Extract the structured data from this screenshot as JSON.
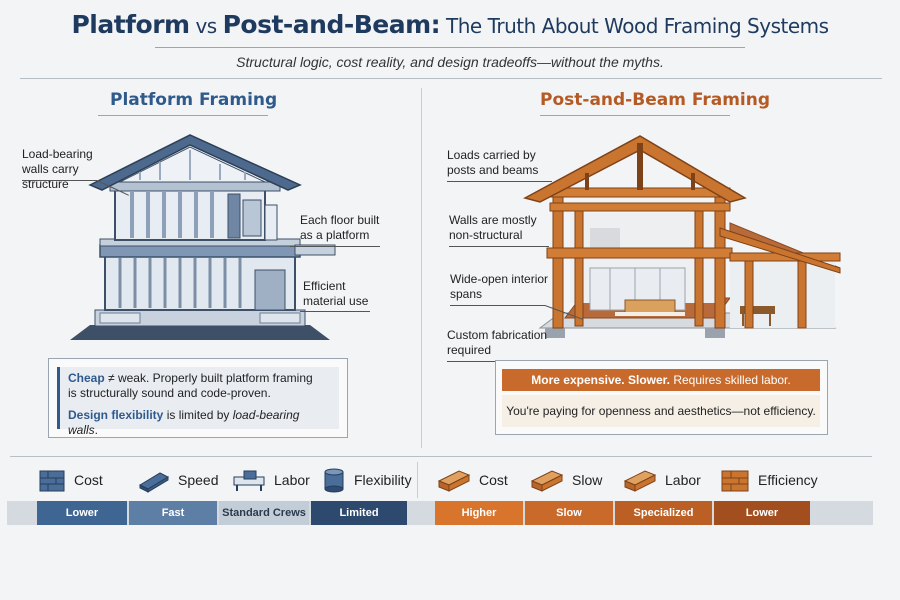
{
  "header": {
    "title_bold_1": "Platform",
    "title_vs": " vs ",
    "title_bold_2": "Post-and-Beam:",
    "title_rest": " The Truth About Wood Framing Systems",
    "subtitle": "Structural logic, cost reality, and design tradeoffs—without the myths."
  },
  "platform": {
    "title": "Platform Framing",
    "annotations": {
      "load_bearing": "Load-bearing walls carry structure",
      "each_floor": "Each floor built as a platform",
      "efficient": "Efficient material use"
    },
    "callout": {
      "line1_bold": "Cheap",
      "line1_mid": " ≠ weak.",
      "line1_rest": " Properly built platform framing",
      "line2": "is structurally sound and code-proven.",
      "line3_bold": "Design flexibility",
      "line3_mid": " is limited by ",
      "line3_italic": "load-bearing walls",
      "line3_end": "."
    }
  },
  "post_beam": {
    "title": "Post-and-Beam Framing",
    "annotations": {
      "loads": "Loads carried by posts and beams",
      "walls": "Walls are mostly non-structural",
      "wide": "Wide-open interior spans",
      "custom": "Custom fabrication required"
    },
    "callout": {
      "band_bold": "More expensive. Slower.",
      "band_rest": " Requires skilled labor.",
      "body": "You're paying for openness and aesthetics—not efficiency."
    }
  },
  "comparison": {
    "left_headers": [
      {
        "label": "Cost",
        "icon": "blocks-icon"
      },
      {
        "label": "Speed",
        "icon": "lumber-icon"
      },
      {
        "label": "Labor",
        "icon": "saw-icon"
      },
      {
        "label": "Flexibility",
        "icon": "cylinder-icon"
      }
    ],
    "right_headers": [
      {
        "label": "Cost",
        "icon": "beam-icon"
      },
      {
        "label": "Slow",
        "icon": "beam-icon"
      },
      {
        "label": "Labor",
        "icon": "beam-icon"
      },
      {
        "label": "Efficiency",
        "icon": "bricks-icon"
      }
    ],
    "left_values": [
      "Lower",
      "Fast",
      "Standard Crews",
      "Limited"
    ],
    "right_values": [
      "Higher",
      "Slow",
      "Specialized",
      "Lower"
    ]
  },
  "colors": {
    "platform_accent": "#2f5a8c",
    "post_beam_accent": "#c86a2c"
  }
}
